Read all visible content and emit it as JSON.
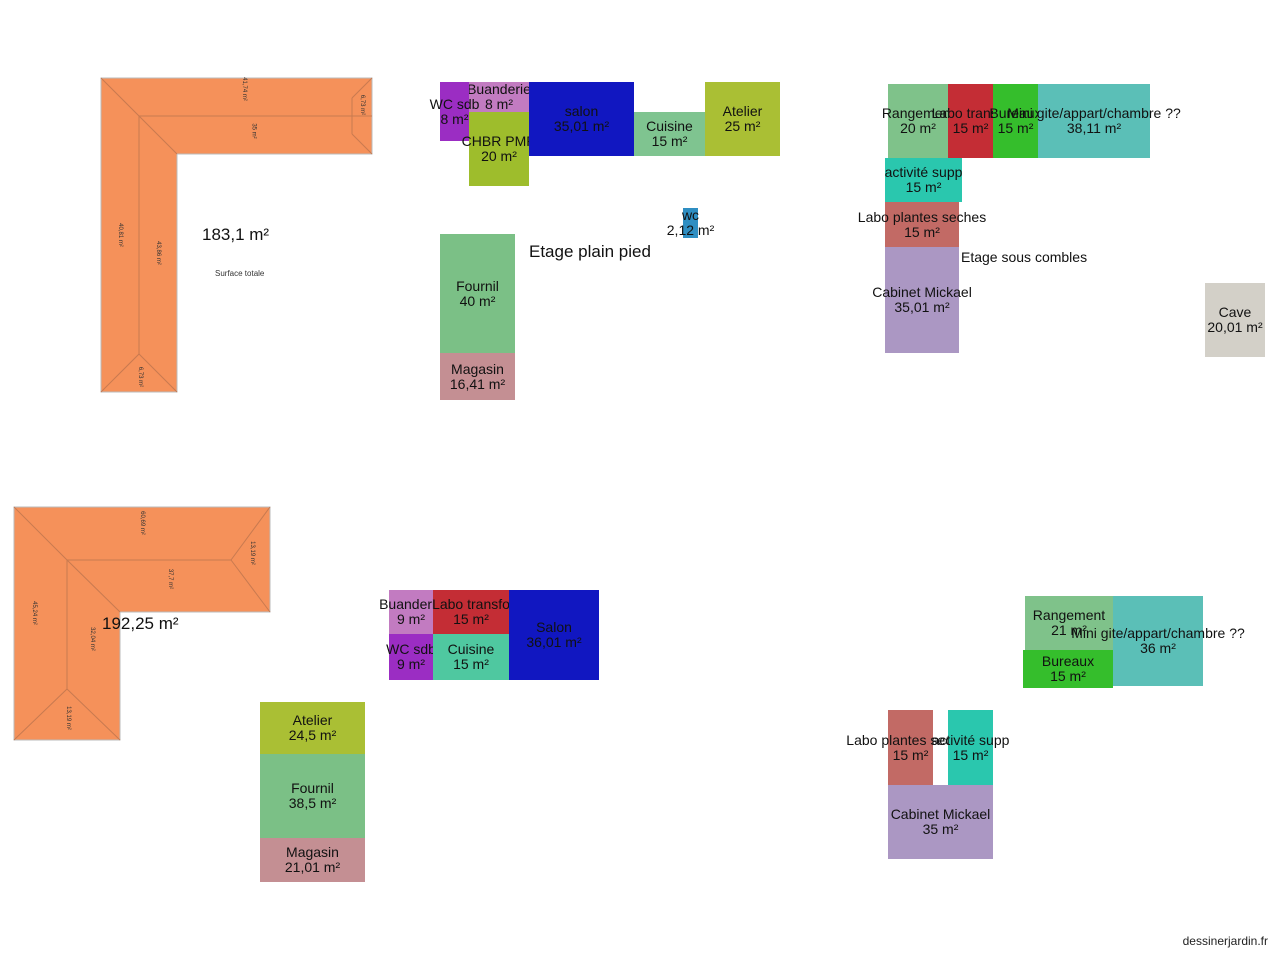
{
  "total_1": {
    "area": "183,1 m²",
    "label": "Surface totale",
    "segments": [
      "41,74 m²",
      "6,73 m²",
      "35 m²",
      "40,81 m²",
      "43,86 m²",
      "6,73 m²"
    ]
  },
  "total_2": {
    "area": "192,25 m²",
    "segments": [
      "60,69 m²",
      "13,19 m²",
      "37,7 m²",
      "45,24 m²",
      "32,04 m²",
      "13,19 m²"
    ]
  },
  "floor_labels": {
    "ground": "Etage plain pied",
    "attic": "Etage sous combles"
  },
  "plan1_rooms": [
    {
      "name": "Buanderie",
      "area": "8 m²",
      "color": "#c27bc1"
    },
    {
      "name": "WC sdb",
      "area": "8 m²",
      "color": "#9b2dc3"
    },
    {
      "name": "CHBR PMR",
      "area": "20 m²",
      "color": "#9ebd2c"
    },
    {
      "name": "salon",
      "area": "35,01 m²",
      "color": "#1117c1"
    },
    {
      "name": "Cuisine",
      "area": "15 m²",
      "color": "#7fc490"
    },
    {
      "name": "Atelier",
      "area": "25 m²",
      "color": "#aabf34"
    },
    {
      "name": "wc",
      "area": "2,12 m²",
      "color": "#2f8ec2"
    },
    {
      "name": "Fournil",
      "area": "40 m²",
      "color": "#7bc086"
    },
    {
      "name": "Magasin",
      "area": "16,41 m²",
      "color": "#c48f93"
    }
  ],
  "plan1_attic": [
    {
      "name": "Rangement",
      "area": "20 m²",
      "color": "#7fc28a"
    },
    {
      "name": "Labo transfo",
      "area": "15 m²",
      "color": "#c42d35"
    },
    {
      "name": "Bureaux",
      "area": "15 m²",
      "color": "#35be2c"
    },
    {
      "name": "Mini gite/appart/chambre ??",
      "area": "38,11 m²",
      "color": "#5bbfb7"
    },
    {
      "name": "activité supp",
      "area": "15 m²",
      "color": "#2ac7ae"
    },
    {
      "name": "Labo plantes seches",
      "area": "15 m²",
      "color": "#c26a65"
    },
    {
      "name": "Cabinet Mickael",
      "area": "35,01 m²",
      "color": "#ab97c3"
    },
    {
      "name": "Cave",
      "area": "20,01 m²",
      "color": "#d3d0c8"
    }
  ],
  "plan2_rooms": [
    {
      "name": "Buanderie",
      "area": "9 m²",
      "color": "#c27bc1"
    },
    {
      "name": "Labo transfo",
      "area": "15 m²",
      "color": "#c42d35"
    },
    {
      "name": "Salon",
      "area": "36,01 m²",
      "color": "#1117c1"
    },
    {
      "name": "WC sdb",
      "area": "9 m²",
      "color": "#9b2dc3"
    },
    {
      "name": "Cuisine",
      "area": "15 m²",
      "color": "#4fc8a0"
    },
    {
      "name": "Atelier",
      "area": "24,5 m²",
      "color": "#aabf34"
    },
    {
      "name": "Fournil",
      "area": "38,5 m²",
      "color": "#7bc086"
    },
    {
      "name": "Magasin",
      "area": "21,01 m²",
      "color": "#c48f93"
    }
  ],
  "plan2_attic": [
    {
      "name": "Rangement",
      "area": "21 m²",
      "color": "#7fc28a"
    },
    {
      "name": "Mini gite/appart/chambre ??",
      "area": "36 m²",
      "color": "#5bbfb7"
    },
    {
      "name": "Bureaux",
      "area": "15 m²",
      "color": "#35be2c"
    },
    {
      "name": "Labo plantes seches",
      "area": "15 m²",
      "color": "#c26a65"
    },
    {
      "name": "activité supp",
      "area": "15 m²",
      "color": "#2ac7ae"
    },
    {
      "name": "Cabinet Mickael",
      "area": "35 m²",
      "color": "#ab97c3"
    }
  ],
  "roof_color": "#f5915a",
  "brand": "dessinerjardin.fr"
}
